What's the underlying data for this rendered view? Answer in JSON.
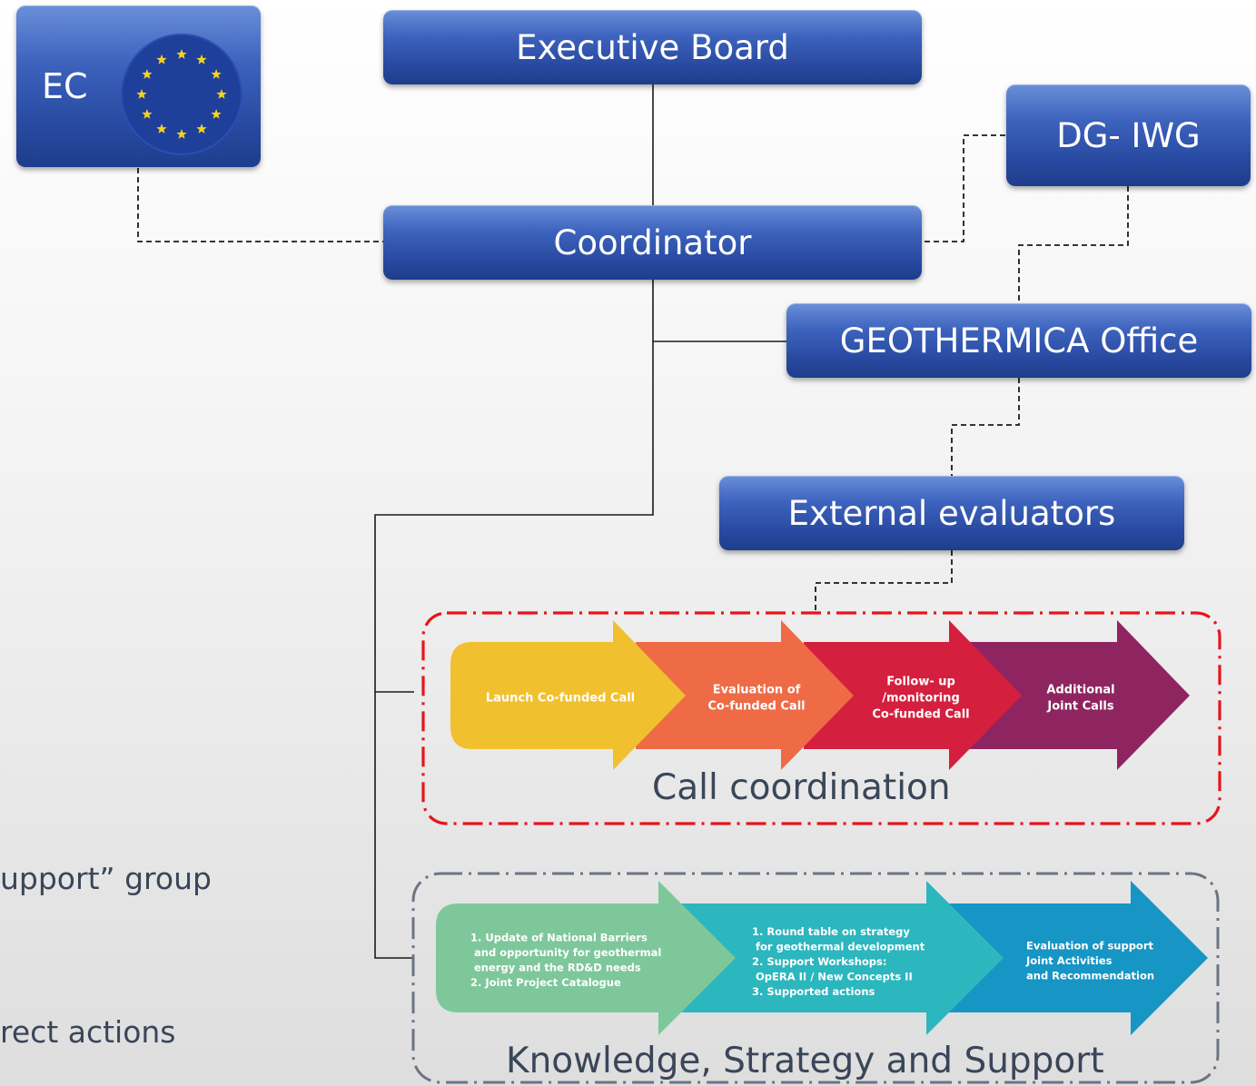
{
  "boxes": {
    "ec": "EC",
    "executive_board": "Executive Board",
    "coordinator": "Coordinator",
    "dg_iwg": "DG- IWG",
    "geothermica_office": "GEOTHERMICA Office",
    "external_evaluators": "External evaluators"
  },
  "call_coordination": {
    "label": "Call coordination",
    "steps": [
      {
        "lines": [
          "Launch Co-funded Call"
        ]
      },
      {
        "lines": [
          "Evaluation of",
          "Co-funded Call"
        ]
      },
      {
        "lines": [
          "Follow- up",
          "/monitoring",
          "Co-funded Call"
        ]
      },
      {
        "lines": [
          "Additional",
          "Joint Calls"
        ]
      }
    ]
  },
  "knowledge_strategy": {
    "label": "Knowledge, Strategy and Support",
    "steps": [
      {
        "lines": [
          "1. Update of National Barriers",
          "    and opportunity for geothermal",
          "    energy and the RD&D needs",
          "2. Joint Project Catalogue"
        ]
      },
      {
        "lines": [
          "1. Round table on strategy",
          "    for geothermal development",
          "2. Support Workshops:",
          "    OpERA II / New Concepts II",
          "3. Supported actions"
        ]
      },
      {
        "lines": [
          "Evaluation of support",
          "Joint Activities",
          "and Recommendation"
        ]
      }
    ]
  },
  "side_text": {
    "line1": "upport” group",
    "line2": "rect actions"
  },
  "colors": {
    "box_blue": "#2849a0",
    "call_border": "#e8141b",
    "ks_border": "#6b7484",
    "chevron_yellow": "#f0c02f",
    "chevron_orange": "#ee6b45",
    "chevron_red": "#d41f3e",
    "chevron_purple": "#8f2560",
    "chevron_green": "#7ec79b",
    "chevron_teal": "#2cb6be",
    "chevron_blue": "#1795c4"
  }
}
